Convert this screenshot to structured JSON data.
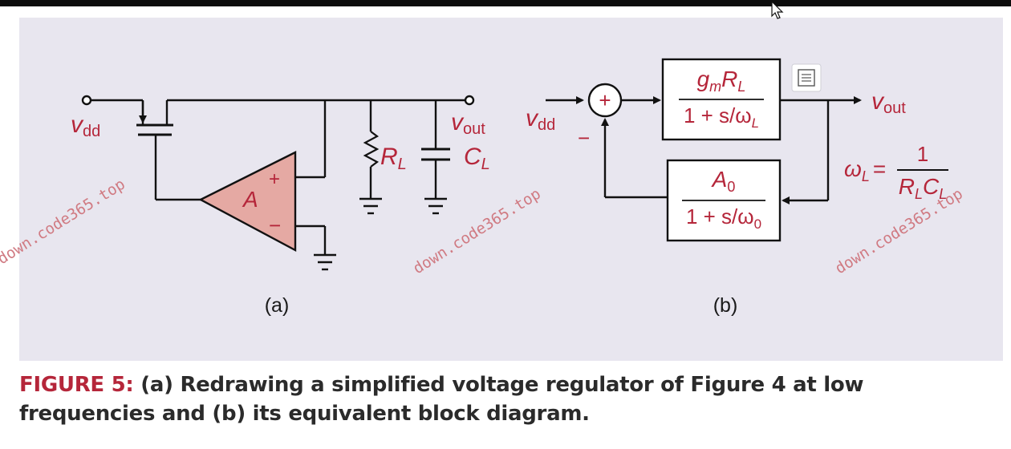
{
  "circuit_a": {
    "vdd_label": "v",
    "vdd_sub": "dd",
    "vout_label": "v",
    "vout_sub": "out",
    "amp_label": "A",
    "amp_plus": "+",
    "amp_minus": "−",
    "rl_label": "R",
    "rl_sub": "L",
    "cl_label": "C",
    "cl_sub": "L",
    "panel_label": "(a)"
  },
  "block_b": {
    "vdd_label": "v",
    "vdd_sub": "dd",
    "sum_symbol": "+",
    "feedback_sign": "−",
    "forward_num_g": "g",
    "forward_num_gsub": "m",
    "forward_num_r": "R",
    "forward_num_rsub": "L",
    "forward_den": "1 + s/ω",
    "forward_den_sub": "L",
    "feedback_num_a": "A",
    "feedback_num_asub": "0",
    "feedback_den": "1 + s/ω",
    "feedback_den_sub": "0",
    "vout_label": "v",
    "vout_sub": "out",
    "omega_label": "ω",
    "omega_sub": "L",
    "omega_equals": "=",
    "omega_num": "1",
    "omega_den_r": "R",
    "omega_den_rsub": "L",
    "omega_den_c": "C",
    "omega_den_csub": "L",
    "panel_label": "(b)"
  },
  "watermark": "down.code365.top",
  "caption": {
    "figure_label": "FIGURE 5:",
    "text": "(a) Redrawing a simplified voltage regulator of Figure 4 at low frequencies and (b) its equivalent block diagram."
  }
}
